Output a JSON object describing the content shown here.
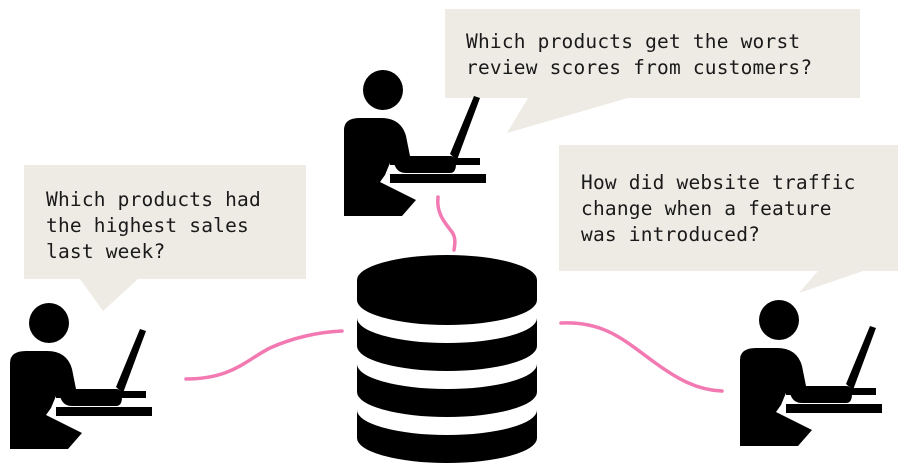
{
  "colors": {
    "bubble_fill": "#eeebe5",
    "connector": "#f279b1",
    "figure": "#000000",
    "text": "#1a1a1a"
  },
  "icons": {
    "user": "person-at-laptop-icon",
    "store": "database-icon"
  },
  "questions": {
    "top": "Which products get the worst\nreview scores from customers?",
    "left": "Which products had\nthe highest sales\nlast week?",
    "right": "How did website traffic\nchange when a feature\nwas introduced?"
  }
}
